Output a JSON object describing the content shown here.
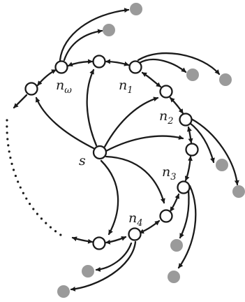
{
  "labels": {
    "source": "s",
    "n_omega": {
      "base": "n",
      "sub": "ω"
    },
    "n1": {
      "base": "n",
      "sub": "1"
    },
    "n2": {
      "base": "n",
      "sub": "2"
    },
    "n3": {
      "base": "n",
      "sub": "3"
    },
    "n4": {
      "base": "n",
      "sub": "4"
    }
  },
  "colors": {
    "stroke": "#1a1a1a",
    "leaf": "#9a9a9a",
    "background": "#ffffff"
  }
}
